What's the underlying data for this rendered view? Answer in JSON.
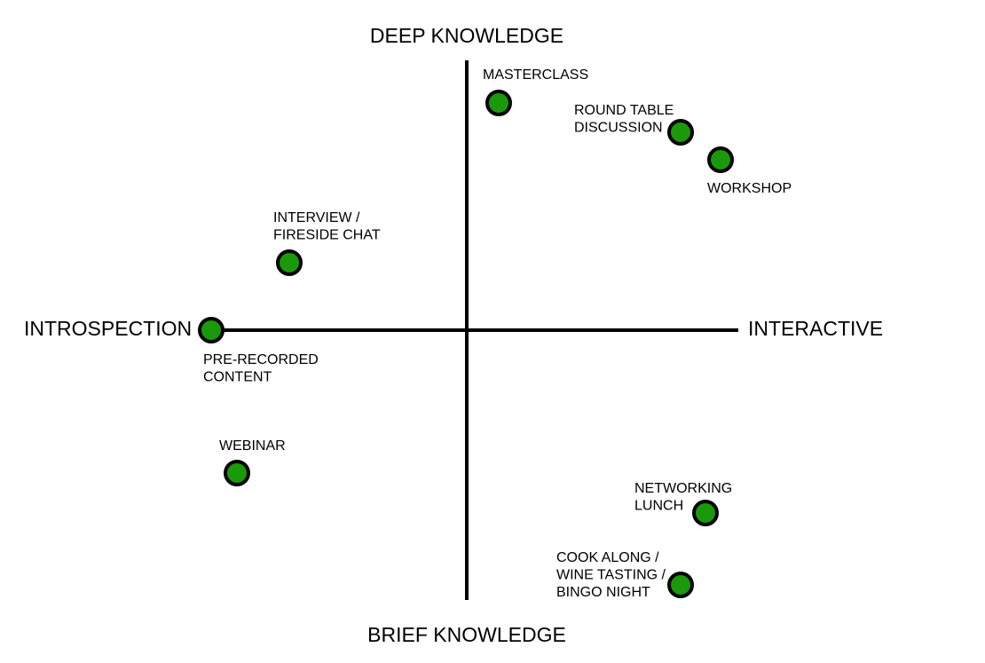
{
  "axes": {
    "top": "DEEP KNOWLEDGE",
    "bottom": "BRIEF KNOWLEDGE",
    "left": "INTROSPECTION",
    "right": "INTERACTIVE"
  },
  "colors": {
    "point_fill": "#1a9a0a",
    "point_stroke": "#000000",
    "axis_line": "#000000"
  },
  "points": [
    {
      "id": "masterclass",
      "lines": [
        "MASTERCLASS"
      ]
    },
    {
      "id": "round-table-discussion",
      "lines": [
        "ROUND TABLE",
        "DISCUSSION"
      ]
    },
    {
      "id": "workshop",
      "lines": [
        "WORKSHOP"
      ]
    },
    {
      "id": "interview-fireside-chat",
      "lines": [
        "INTERVIEW /",
        "FIRESIDE CHAT"
      ]
    },
    {
      "id": "pre-recorded-content",
      "lines": [
        "PRE-RECORDED",
        "CONTENT"
      ]
    },
    {
      "id": "webinar",
      "lines": [
        "WEBINAR"
      ]
    },
    {
      "id": "networking-lunch",
      "lines": [
        "NETWORKING",
        "LUNCH"
      ]
    },
    {
      "id": "cook-along-wine-tasting-bingo-night",
      "lines": [
        "COOK ALONG /",
        "WINE TASTING /",
        "BINGO NIGHT"
      ]
    }
  ]
}
